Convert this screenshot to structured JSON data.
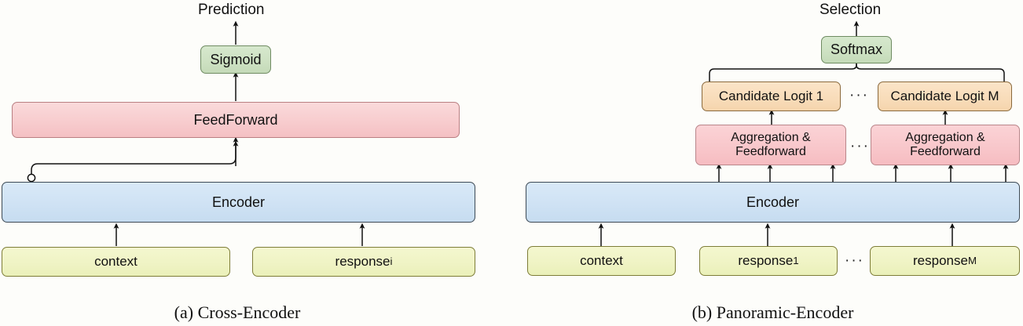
{
  "figure": {
    "background_color": "#fdfdfa",
    "panels": [
      {
        "id": "a",
        "caption": "(a) Cross-Encoder",
        "output_label": "Prediction",
        "nodes": {
          "activation": "Sigmoid",
          "head": "FeedForward",
          "encoder": "Encoder",
          "input_context": "context",
          "input_response": "response",
          "input_response_subscript": "i"
        }
      },
      {
        "id": "b",
        "caption": "(b) Panoramic-Encoder",
        "output_label": "Selection",
        "nodes": {
          "activation": "Softmax",
          "logit_first": "Candidate Logit 1",
          "logit_last": "Candidate Logit M",
          "aggregation": "Aggregation &\nFeedforward",
          "encoder": "Encoder",
          "input_context": "context",
          "input_response_first": "response",
          "input_response_first_subscript": "1",
          "input_response_last": "response",
          "input_response_last_subscript": "M"
        },
        "ellipsis": "···"
      }
    ],
    "colors": {
      "encoder_fill": "#cfe2f4",
      "encoder_border": "#3d4a55",
      "feedforward_fill": "#f7cbcd",
      "feedforward_border": "#b97f83",
      "activation_fill": "#cde1c2",
      "activation_border": "#6f8b62",
      "input_fill": "#eff3c4",
      "input_border": "#7e7d38",
      "logit_fill": "#f8dcb9",
      "logit_border": "#8a6a3d",
      "arrow": "#111111"
    }
  }
}
